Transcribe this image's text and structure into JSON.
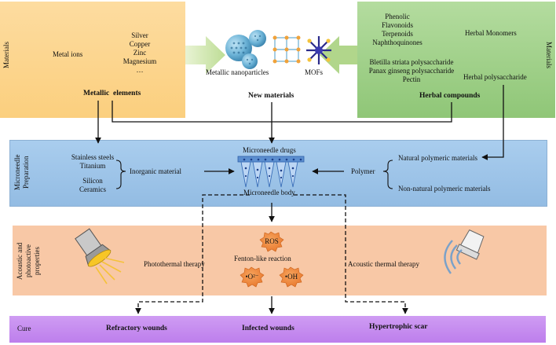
{
  "materials_left": {
    "side_label": "Materials",
    "metal_ions": "Metal ions",
    "metals": [
      "Silver",
      "Copper",
      "Zinc",
      "Magnesium",
      "…"
    ],
    "title": "Metallic  elements"
  },
  "new_materials": {
    "nanoparticles_label": "Metallic nanoparticles",
    "mofs_label": "MOFs",
    "title": "New materials"
  },
  "materials_right": {
    "side_label": "Materials",
    "compounds": [
      "Phenolic",
      "Flavonoids",
      "Terpenoids",
      "Naphthoquinones"
    ],
    "monomers": "Herbal Monomers",
    "polysaccharides": [
      "Bletilla striata polysaccharide",
      "Panax ginseng polysaccharide",
      "Pectin"
    ],
    "polysaccharide_label": "Herbal polysaccharide",
    "title": "Herbal compounds"
  },
  "preparation": {
    "side_label": "Microneedle Preparation",
    "inorganic_top": [
      "Stainless steels",
      "Titanium"
    ],
    "inorganic_bottom": [
      "Silicon",
      "Ceramics"
    ],
    "inorganic_label": "Inorganic material",
    "drugs_label": "Microneedle drugs",
    "body_label": "Microneedle body",
    "polymer_label": "Polymer",
    "natural": "Natural polymeric materials",
    "non_natural": "Non-natural polymeric materials"
  },
  "properties": {
    "side_label": "Acoustic and photoactive properties",
    "photothermal": "Photothermal therapy",
    "ros": "ROS",
    "fenton": "Fenton-like reaction",
    "superoxide": "•O²⁻",
    "hydroxyl": "•OH",
    "acoustic": "Acoustic thermal therapy"
  },
  "cure": {
    "side_label": "Cure",
    "refractory": "Refractory wounds",
    "infected": "Infected wounds",
    "hypertrophic": "Hypertrophic scar"
  },
  "colors": {
    "orange_panel": "#fcd68c",
    "green_panel": "#9ccf84",
    "blue_panel": "#9ec3e6",
    "salmon_panel": "#f8c9a8",
    "purple_panel": "#c489ee",
    "ros_badge": "#ee8a3c"
  }
}
